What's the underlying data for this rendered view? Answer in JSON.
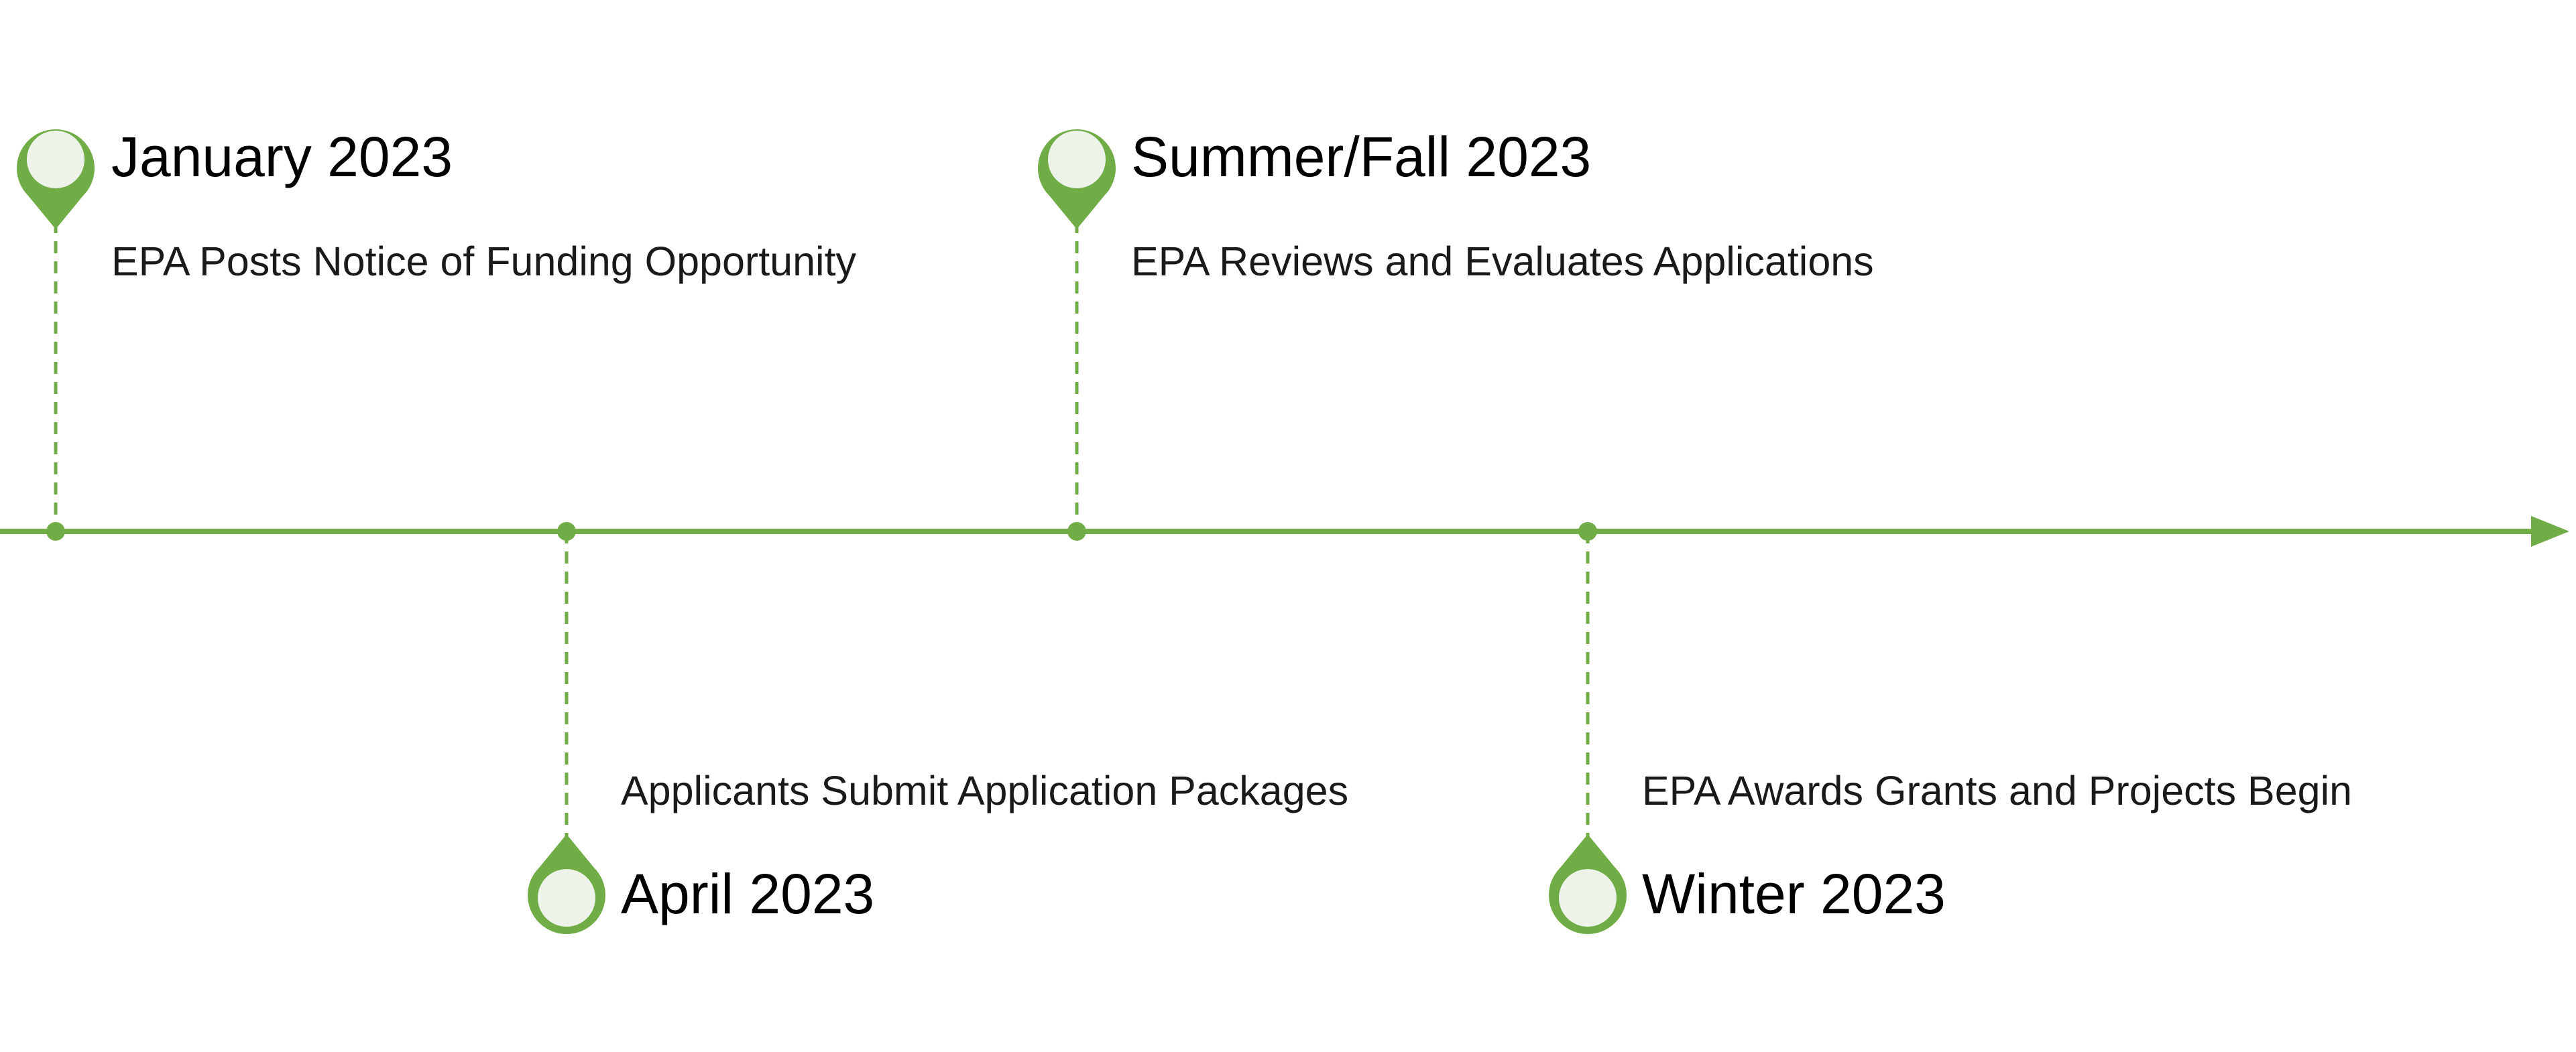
{
  "colors": {
    "accent": "#70ad47",
    "pin_fill": "#eef3ea"
  },
  "milestones": [
    {
      "date": "January 2023",
      "description": "EPA Posts Notice of Funding Opportunity",
      "position": "above"
    },
    {
      "date": "April 2023",
      "description": "Applicants Submit Application Packages",
      "position": "below"
    },
    {
      "date": "Summer/Fall 2023",
      "description": "EPA Reviews and Evaluates Applications",
      "position": "above"
    },
    {
      "date": "Winter 2023",
      "description": "EPA Awards Grants and Projects Begin",
      "position": "below"
    }
  ]
}
